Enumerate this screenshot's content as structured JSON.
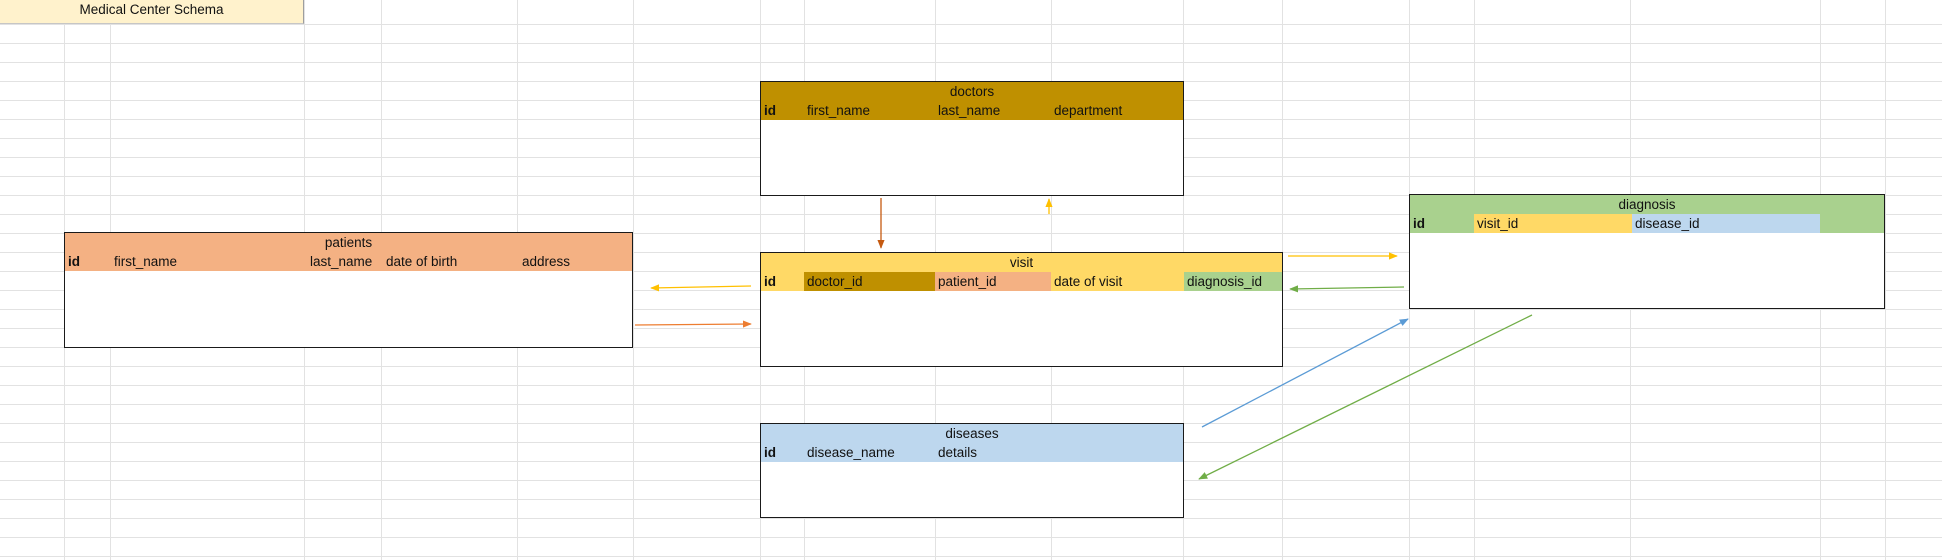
{
  "schema_title": "Medical Center Schema",
  "tables": {
    "patients": {
      "name": "patients",
      "color": "#f4b183",
      "columns": [
        "id",
        "first_name",
        "last_name",
        "date of birth",
        "address"
      ]
    },
    "doctors": {
      "name": "doctors",
      "color": "#bf9000",
      "columns": [
        "id",
        "first_name",
        "last_name",
        "department"
      ]
    },
    "visit": {
      "name": "visit",
      "color": "#ffd966",
      "columns": [
        "id",
        "doctor_id",
        "patient_id",
        "date of visit",
        "diagnosis_id"
      ],
      "column_colors": [
        "#ffd966",
        "#bf9000",
        "#f4b183",
        "#ffd966",
        "#a9d18e"
      ]
    },
    "diagnosis": {
      "name": "diagnosis",
      "color": "#a9d18e",
      "columns": [
        "id",
        "visit_id",
        "disease_id"
      ],
      "column_colors": [
        "#a9d18e",
        "#ffd966",
        "#bdd7ee"
      ]
    },
    "diseases": {
      "name": "diseases",
      "color": "#bdd7ee",
      "columns": [
        "id",
        "disease_name",
        "details"
      ]
    }
  },
  "relationships": [
    {
      "from": "doctors",
      "to": "visit",
      "color": "#c55a11"
    },
    {
      "from": "visit",
      "to": "doctors",
      "color": "#ffc000"
    },
    {
      "from": "visit",
      "to": "patients",
      "color": "#ffc000"
    },
    {
      "from": "patients",
      "to": "visit",
      "color": "#ed7d31"
    },
    {
      "from": "visit",
      "to": "diagnosis",
      "color": "#ffc000"
    },
    {
      "from": "diagnosis",
      "to": "visit",
      "color": "#70ad47"
    },
    {
      "from": "diseases",
      "to": "diagnosis",
      "color": "#5b9bd5"
    },
    {
      "from": "diagnosis",
      "to": "diseases",
      "color": "#70ad47"
    }
  ]
}
